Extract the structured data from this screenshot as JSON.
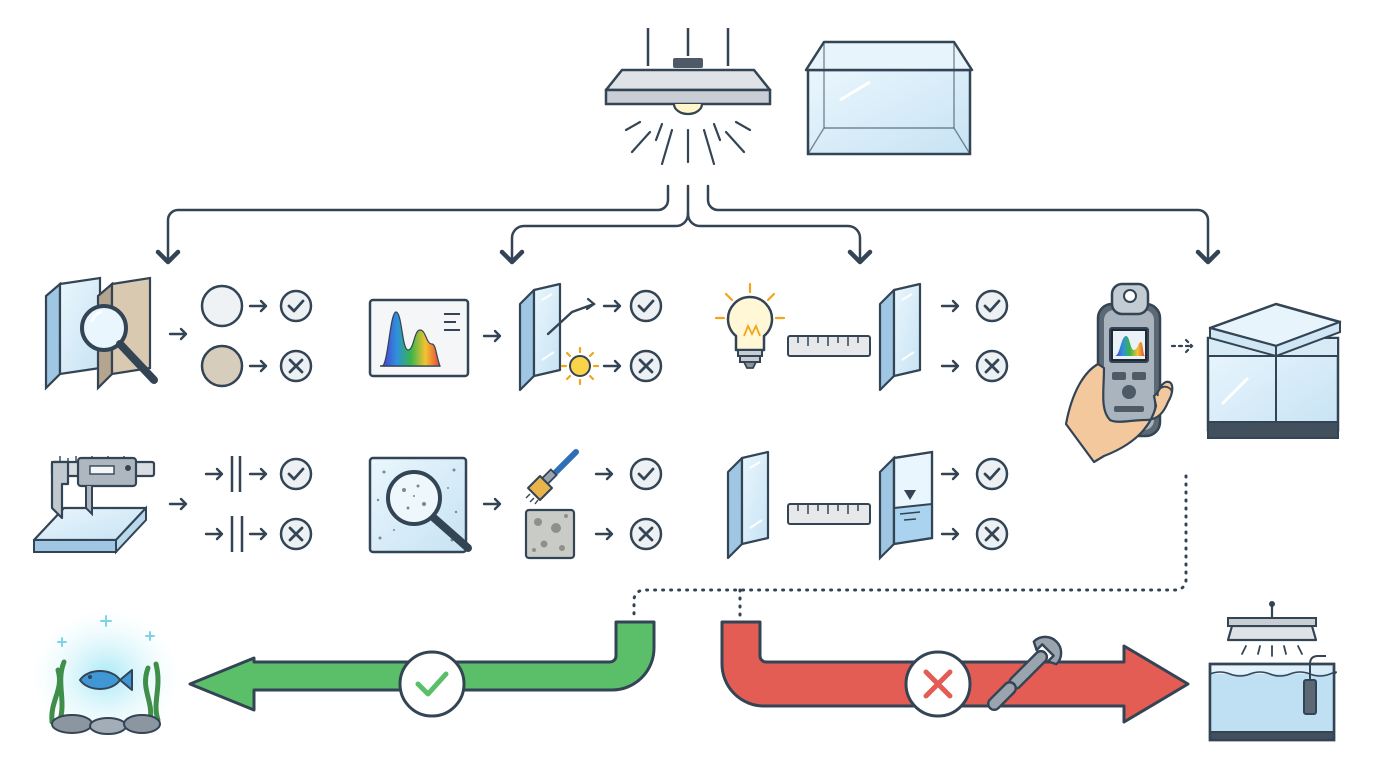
{
  "diagram": {
    "kind": "aquarium glass and lighting inspection workflow",
    "source": {
      "icons": [
        "ceiling-light-icon",
        "glass-tank-icon"
      ]
    },
    "checks": [
      {
        "name": "surface-clarity-check",
        "icons": [
          "glass-pane-magnifier-icon",
          "clear-sample-icon",
          "cloudy-sample-icon"
        ]
      },
      {
        "name": "spectrum-transmission-check",
        "icons": [
          "spectrum-chart-icon",
          "glass-pane-icon",
          "sun-icon"
        ]
      },
      {
        "name": "light-distance-check",
        "icons": [
          "light-bulb-icon",
          "ruler-icon",
          "glass-pane-icon"
        ]
      },
      {
        "name": "thickness-check",
        "icons": [
          "caliper-icon",
          "thin-gap-icon",
          "wide-gap-icon"
        ]
      },
      {
        "name": "defect-inspection-check",
        "icons": [
          "speckled-glass-magnifier-icon",
          "brush-icon",
          "stained-sample-icon"
        ]
      },
      {
        "name": "water-level-check",
        "icons": [
          "glass-pane-icon",
          "ruler-icon",
          "water-panel-icon"
        ]
      }
    ],
    "meter": {
      "icons": [
        "handheld-spectrometer-icon",
        "glass-tank-icon"
      ]
    },
    "outcomes": {
      "pass": {
        "color": "#5bbf6a",
        "icon": "checkmark-icon",
        "target_icon": "healthy-aquarium-icon"
      },
      "fail": {
        "color": "#e35d55",
        "icon": "cross-icon",
        "tool_icon": "wrench-icon",
        "target_icon": "lit-aquarium-icon"
      }
    },
    "colors": {
      "line": "#334455",
      "glass": "#dbeef9",
      "pass": "#5bbf6a",
      "fail": "#e35d55"
    }
  }
}
